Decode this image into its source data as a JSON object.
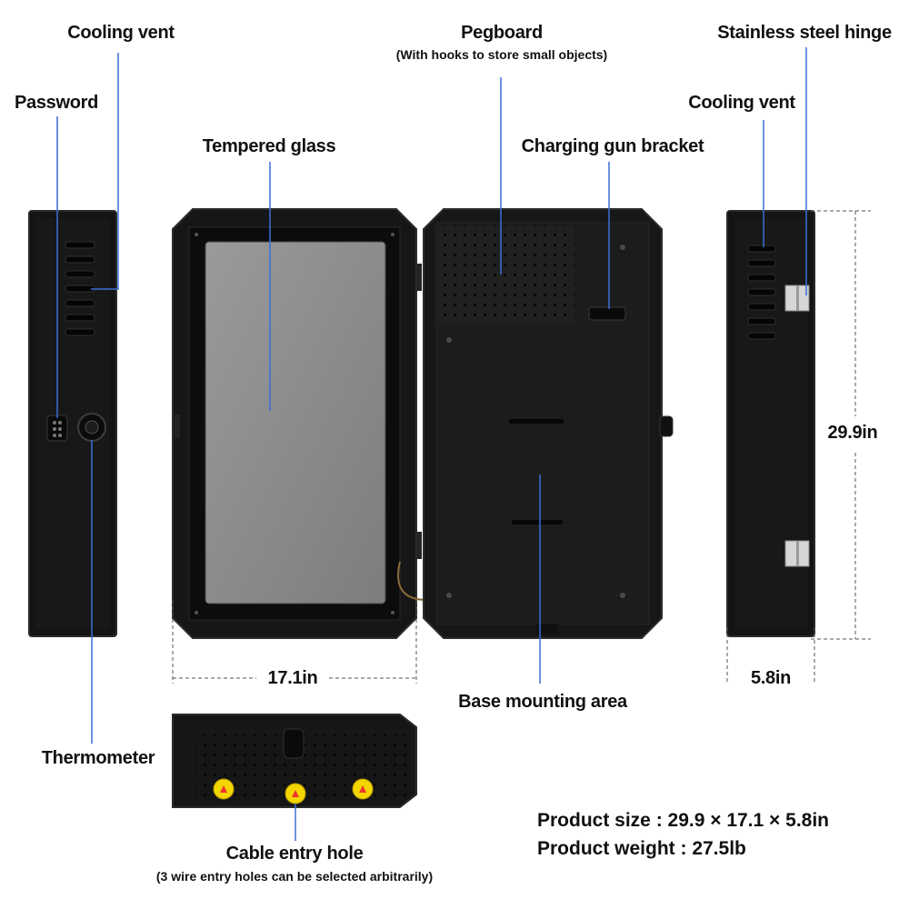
{
  "labels": {
    "cooling_vent_left": "Cooling vent",
    "password": "Password",
    "tempered_glass": "Tempered glass",
    "pegboard": "Pegboard",
    "pegboard_note": "(With hooks to store small objects)",
    "charging_gun_bracket": "Charging gun bracket",
    "stainless_steel_hinge": "Stainless steel hinge",
    "cooling_vent_right": "Cooling vent",
    "thermometer": "Thermometer",
    "base_mounting_area": "Base mounting area",
    "cable_entry_hole": "Cable entry hole",
    "cable_entry_note": "(3 wire entry holes can be selected arbitrarily)"
  },
  "dimensions": {
    "width": "17.1in",
    "height": "29.9in",
    "depth": "5.8in"
  },
  "specs": {
    "size": "Product size :  29.9 × 17.1 × 5.8in",
    "weight": "Product weight : 27.5lb"
  },
  "colors": {
    "body": "#151515",
    "edge": "#2a2a2a",
    "glass": "#8a8a8a",
    "leader": "#3b6fd6",
    "dim": "#555555",
    "warning": "#f3d500"
  }
}
